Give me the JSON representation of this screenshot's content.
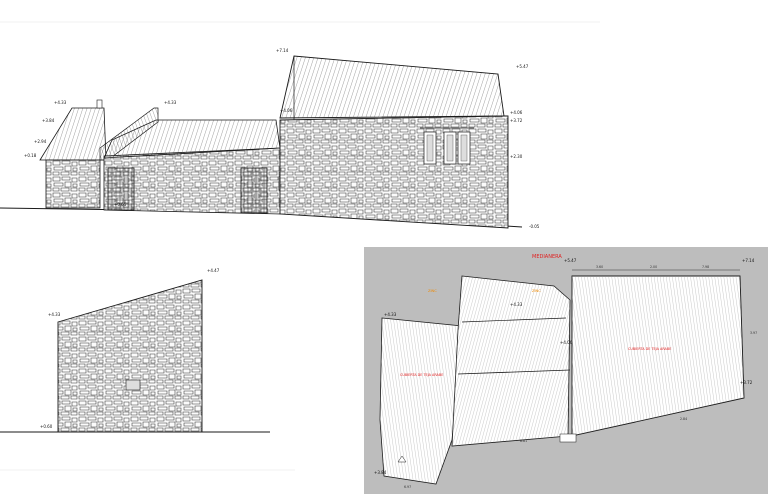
{
  "colors": {
    "line": "#1a1a1a",
    "stone_fill": "#fbfbfb",
    "plan_background": "#bdbdbd",
    "accent_red": "#e02020",
    "accent_orange": "#f08a00"
  },
  "elevation_front": {
    "levels": [
      "+7.14",
      "+5.47",
      "+4.33",
      "+4.33",
      "+4.06",
      "+4.06",
      "+3.84",
      "+3.72",
      "+2.94",
      "+2.30",
      "+0.18",
      "+0.65",
      "-0.05"
    ]
  },
  "elevation_side": {
    "levels": [
      "+4.47",
      "+4.33",
      "+0.60"
    ]
  },
  "roof_plan": {
    "title": "MEDIANERA",
    "labels_orange": [
      "ZINC",
      "ZINC"
    ],
    "labels_red": [
      "CUBIERTA DE TEJA ARABE",
      "CUBIERTA DE TEJA ARABE"
    ],
    "dims": [
      "3.60",
      "2.00",
      "7.98",
      "3.97",
      "2.84",
      "8.81",
      "6.97"
    ],
    "levels": [
      "+7.14",
      "+5.47",
      "+4.33",
      "+4.33",
      "+4.06",
      "+3.84",
      "+3.72"
    ]
  }
}
